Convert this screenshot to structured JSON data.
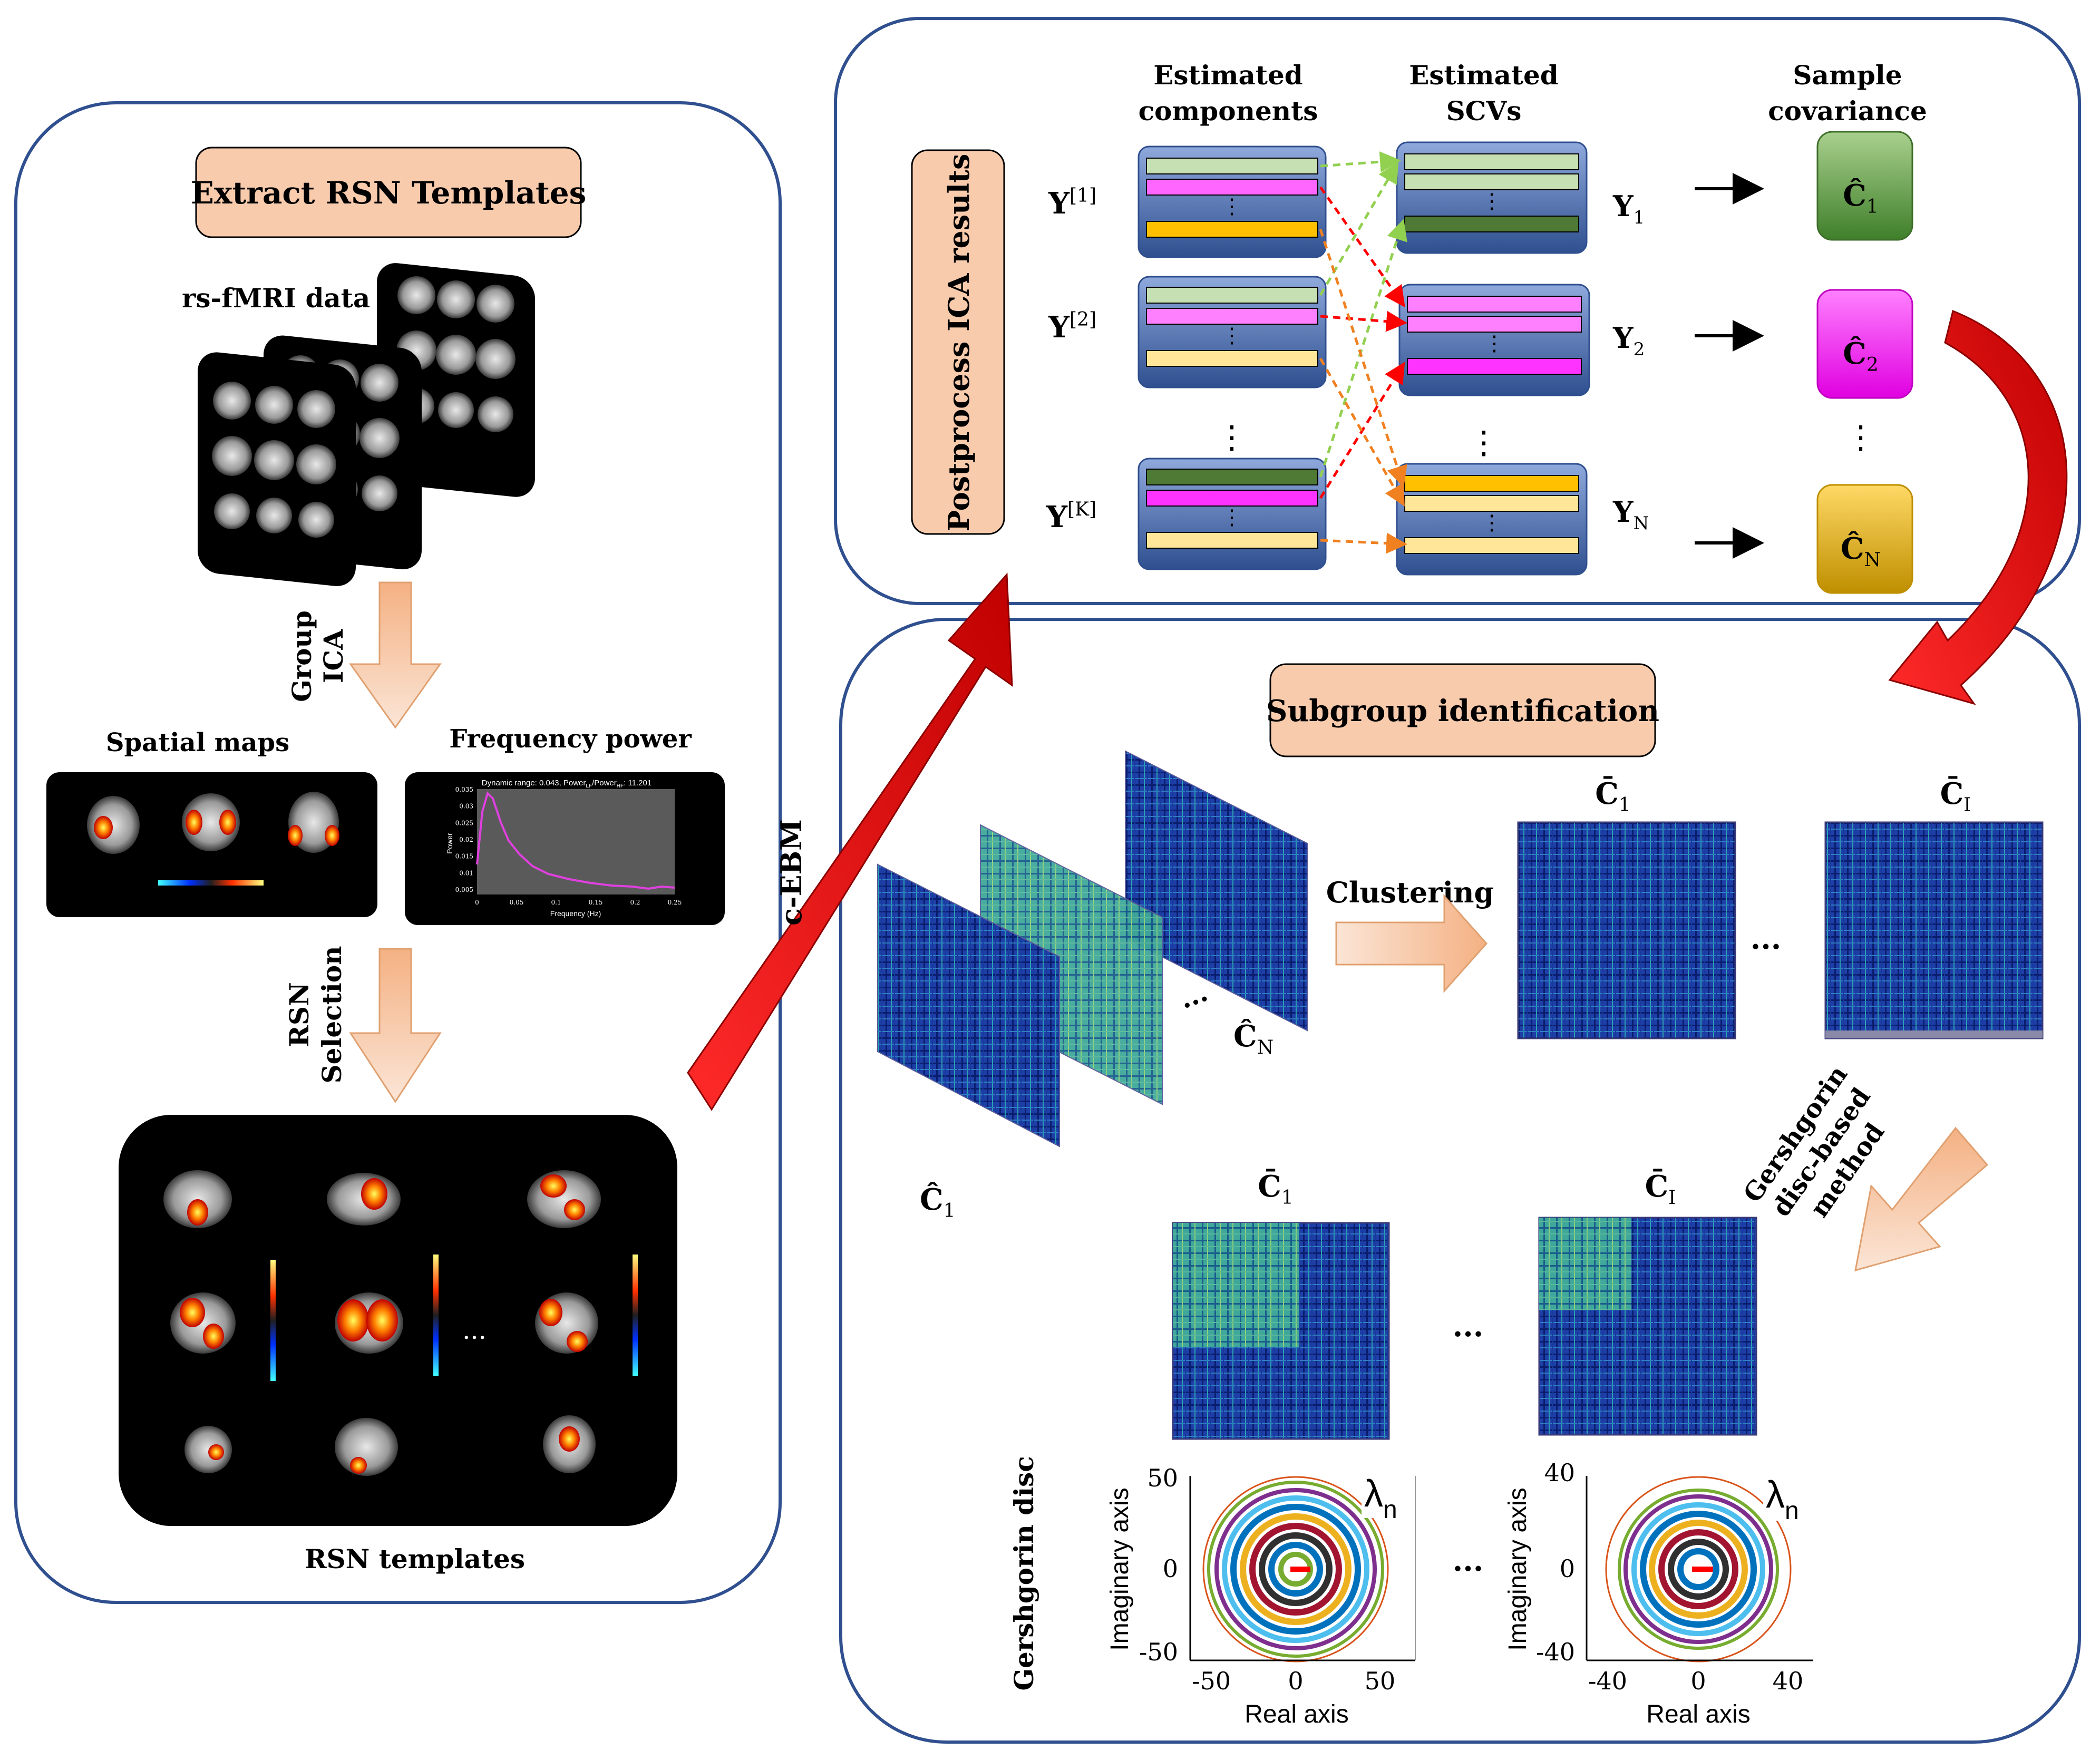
{
  "left_panel": {
    "title": "Extract RSN Templates",
    "data_label": "rs-fMRI data",
    "ellipsis": "...",
    "step_group_ica": [
      "Group",
      "ICA"
    ],
    "spatial_maps_label": "Spatial maps",
    "frequency_power_label": "Frequency power",
    "freq_plot": {
      "title": "Dynamic range: 0.043, Power",
      "title_sub1": "LF",
      "title_mid": "/Power",
      "title_sub2": "HF",
      "title_end": ": 11.201",
      "ylabel": "Power",
      "xlabel": "Frequency (Hz)",
      "yticks": [
        "0.035",
        "0.03",
        "0.025",
        "0.02",
        "0.015",
        "0.01",
        "0.005"
      ],
      "xticks": [
        "0",
        "0.05",
        "0.1",
        "0.15",
        "0.2",
        "0.25"
      ]
    },
    "step_rsn_selection": [
      "RSN",
      "Selection"
    ],
    "templates_label": "RSN templates",
    "templates_ellipsis": "..."
  },
  "top_panel": {
    "title": "Postprocess ICA results",
    "col_components": [
      "Estimated",
      "components"
    ],
    "col_scvs": [
      "Estimated",
      "SCVs"
    ],
    "col_covariance": [
      "Sample",
      "covariance"
    ],
    "dataset_labels": [
      {
        "base": "Y",
        "sup": "[1]"
      },
      {
        "base": "Y",
        "sup": "[2]"
      },
      {
        "base": "Y",
        "sup": "[K]"
      }
    ],
    "scv_labels": [
      {
        "base": "Y",
        "sub": "1"
      },
      {
        "base": "Y",
        "sub": "2"
      },
      {
        "base": "Y",
        "sub": "N"
      }
    ],
    "cov_labels": [
      {
        "base": "Ĉ",
        "sub": "1"
      },
      {
        "base": "Ĉ",
        "sub": "2"
      },
      {
        "base": "Ĉ",
        "sub": "N"
      }
    ],
    "vdots": "⋮",
    "colors": {
      "light_green": "#c6e0b4",
      "magenta": "#ff33ff",
      "orange": "#ffc000",
      "light_orange": "#ffe699",
      "dark_green": "#4e7a36",
      "stack_blue": "#4472c4"
    }
  },
  "connector": {
    "label": "c-EBM"
  },
  "bottom_panel": {
    "title": "Subgroup identification",
    "stack_first_label": {
      "base": "Ĉ",
      "sub": "1"
    },
    "stack_last_label": {
      "base": "Ĉ",
      "sub": "N"
    },
    "stack_ellipsis": "...",
    "clustering_label": "Clustering",
    "cluster_labels": [
      {
        "base": "C̄",
        "sub": "1"
      },
      {
        "base": "C̄",
        "sub": "I"
      }
    ],
    "cluster_ellipsis": "...",
    "gershgorin_method": [
      "Gershgorin",
      "disc-based",
      "method"
    ],
    "sorted_labels": [
      {
        "base": "C̄",
        "sub": "1"
      },
      {
        "base": "C̄",
        "sub": "I"
      }
    ],
    "sorted_ellipsis": "...",
    "gershgorin_disc_label": "Gershgorin disc",
    "disc_plots": [
      {
        "ylabel": "Imaginary axis",
        "xlabel": "Real axis",
        "xticks": [
          "-50",
          "0",
          "50"
        ],
        "yticks": [
          "50",
          "0",
          "-50"
        ],
        "lambda": "λ",
        "lambda_sub": "n"
      },
      {
        "ylabel": "Imaginary axis",
        "xlabel": "Real axis",
        "xticks": [
          "-40",
          "0",
          "40"
        ],
        "yticks": [
          "40",
          "0",
          "-40"
        ],
        "lambda": "λ",
        "lambda_sub": "n"
      }
    ],
    "disc_ellipsis": "..."
  }
}
